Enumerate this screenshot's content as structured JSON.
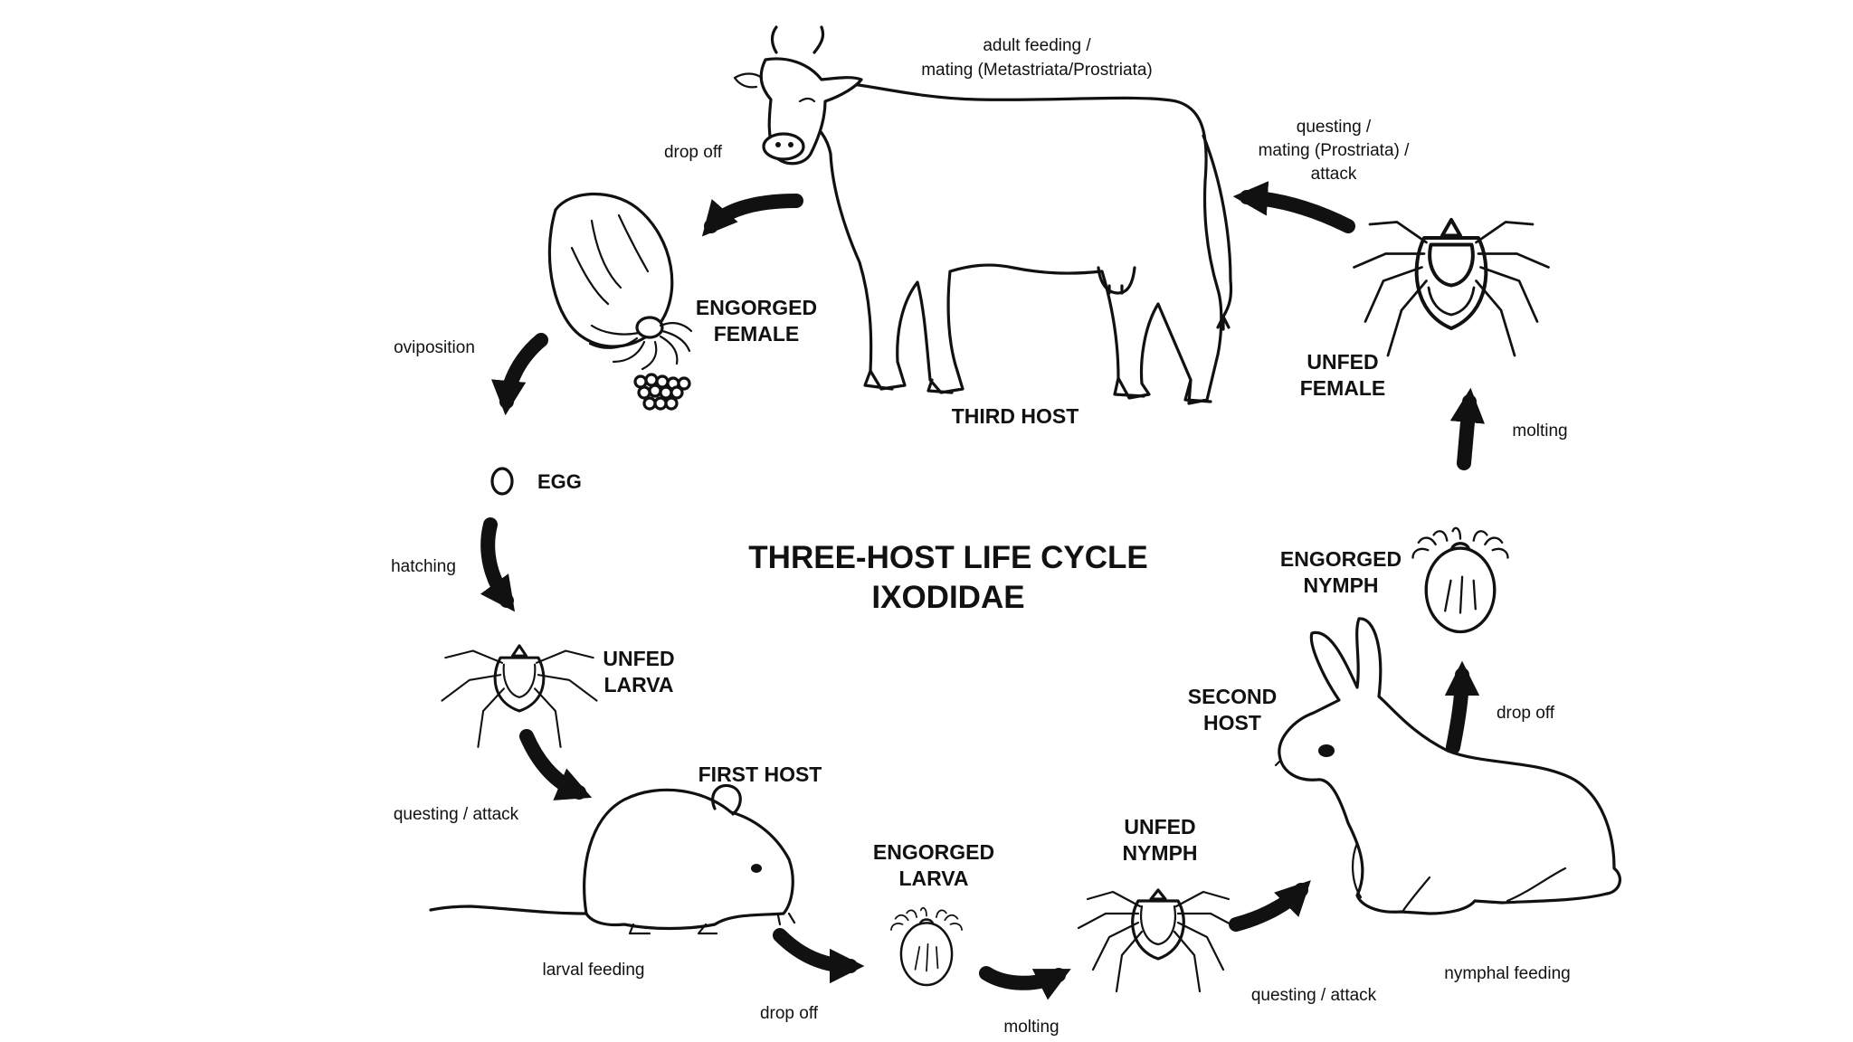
{
  "title": {
    "line1": "THREE-HOST LIFE CYCLE",
    "line2": "IXODIDAE"
  },
  "stages": {
    "third_host": "THIRD HOST",
    "engorged_female": [
      "ENGORGED",
      "FEMALE"
    ],
    "egg": "EGG",
    "unfed_larva": [
      "UNFED",
      "LARVA"
    ],
    "first_host": "FIRST HOST",
    "engorged_larva": [
      "ENGORGED",
      "LARVA"
    ],
    "unfed_nymph": [
      "UNFED",
      "NYMPH"
    ],
    "second_host": [
      "SECOND",
      "HOST"
    ],
    "engorged_nymph": [
      "ENGORGED",
      "NYMPH"
    ],
    "unfed_female": [
      "UNFED",
      "FEMALE"
    ]
  },
  "transitions": {
    "adult_feeding": [
      "adult feeding /",
      "mating (Metastriata/Prostriata)"
    ],
    "drop_off_female": "drop off",
    "oviposition": "oviposition",
    "hatching": "hatching",
    "questing_larva": "questing / attack",
    "larval_feeding": "larval feeding",
    "drop_off_larva": "drop off",
    "molting_larva": "molting",
    "questing_nymph": "questing / attack",
    "nymphal_feeding": "nymphal feeding",
    "drop_off_nymph": "drop off",
    "molting_nymph": "molting",
    "questing_adult": [
      "questing /",
      "mating (Prostriata) /",
      "attack"
    ]
  },
  "icons": [
    "cow-icon",
    "engorged-female-tick-icon",
    "egg-mass-icon",
    "egg-icon",
    "unfed-larva-tick-icon",
    "mouse-icon",
    "engorged-larva-tick-icon",
    "unfed-nymph-tick-icon",
    "rabbit-icon",
    "engorged-nymph-tick-icon",
    "unfed-female-tick-icon"
  ],
  "colors": {
    "ink": "#111111",
    "background": "#ffffff"
  }
}
